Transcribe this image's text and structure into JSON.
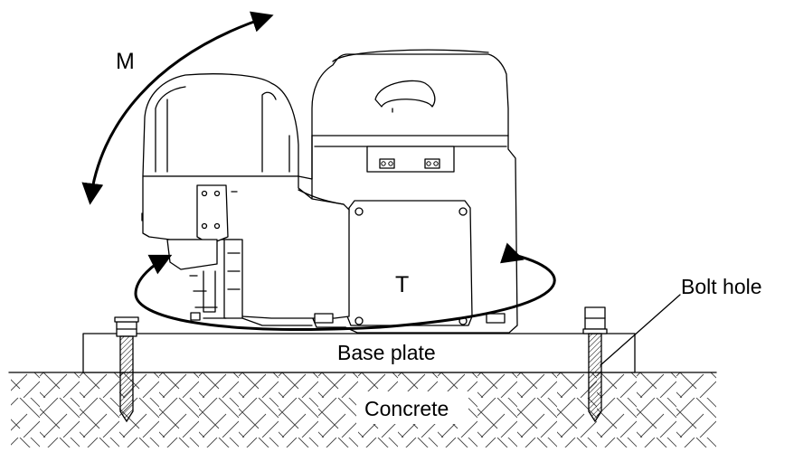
{
  "labels": {
    "moment": "M",
    "torque": "T",
    "bolt_hole": "Bolt hole",
    "base_plate": "Base plate",
    "concrete": "Concrete"
  },
  "colors": {
    "line": "#000000",
    "background": "#ffffff"
  }
}
